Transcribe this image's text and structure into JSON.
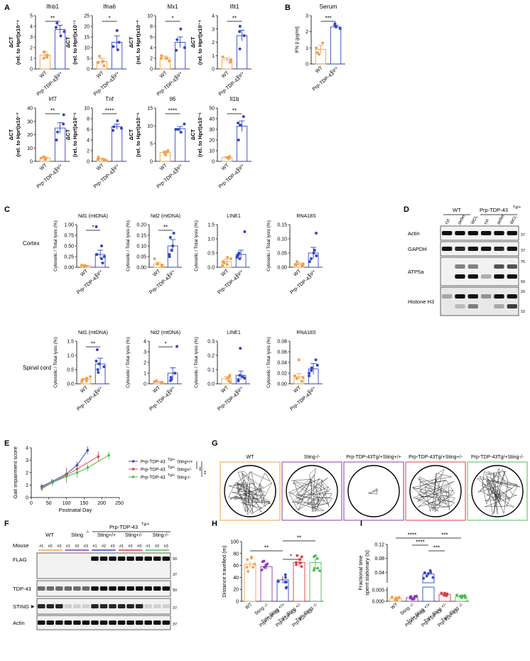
{
  "panel_letters": [
    "A",
    "B",
    "C",
    "D",
    "E",
    "F",
    "G",
    "H",
    "I"
  ],
  "colors": {
    "wt": "#f0a04b",
    "tg": "#3346c4",
    "sting_ko": "#8a3bb0",
    "sting_het": "#e03b3b",
    "tg_sting_ko": "#4cbb4c"
  },
  "panel_a": {
    "charts": [
      {
        "title": "Ifnb1",
        "ylabel": "ΔCT (rel. to Hprt)x10⁻⁴",
        "yticks": [
          "0",
          "1",
          "2",
          "3",
          "4",
          "5"
        ],
        "ylim": [
          0,
          5
        ],
        "sig": "**",
        "categories": [
          "WT",
          "Prp-TDP-43 Tg/+"
        ],
        "values": [
          1.3,
          3.7
        ],
        "errors": [
          0.3,
          0.4
        ],
        "points": [
          [
            1.0,
            1.3,
            1.6,
            1.1
          ],
          [
            3.1,
            3.9,
            4.3,
            3.5
          ]
        ]
      },
      {
        "title": "Ifna6",
        "ylabel": "ΔCT (rel. to Hprt)x10⁻⁷",
        "yticks": [
          "0",
          "5",
          "10",
          "15",
          "20",
          "25"
        ],
        "ylim": [
          0,
          25
        ],
        "sig": "*",
        "categories": [
          "WT",
          "Prp-TDP-43 Tg/+"
        ],
        "values": [
          3.5,
          12.5
        ],
        "errors": [
          1.5,
          3.0
        ],
        "points": [
          [
            1.5,
            3.0,
            6.0,
            3.5
          ],
          [
            9.0,
            18.0,
            12.5,
            10.5
          ]
        ]
      },
      {
        "title": "Mx1",
        "ylabel": "ΔCT (rel. to Hprt)x10⁻³",
        "yticks": [
          "0",
          "2",
          "4",
          "6",
          "8",
          "10"
        ],
        "ylim": [
          0,
          10
        ],
        "sig": "*",
        "categories": [
          "WT",
          "Prp-TDP-43 Tg/+"
        ],
        "values": [
          2.0,
          5.0
        ],
        "errors": [
          0.4,
          1.0
        ],
        "points": [
          [
            1.5,
            2.0,
            2.5,
            2.0
          ],
          [
            3.5,
            5.5,
            7.5,
            4.0
          ]
        ]
      },
      {
        "title": "Ifit1",
        "ylabel": "ΔCT (rel. to Hprt)x10⁻⁴",
        "yticks": [
          "0",
          "1",
          "2",
          "3",
          "4"
        ],
        "ylim": [
          0,
          4
        ],
        "sig": "**",
        "categories": [
          "WT",
          "Prp-TDP-43 Tg/+"
        ],
        "values": [
          0.7,
          2.5
        ],
        "errors": [
          0.15,
          0.4
        ],
        "points": [
          [
            0.5,
            0.6,
            0.9,
            0.7
          ],
          [
            1.5,
            2.8,
            3.2,
            2.5
          ]
        ]
      },
      {
        "title": "Irf7",
        "ylabel": "ΔCT (rel. to Hprt)x10⁻³",
        "yticks": [
          "0",
          "10",
          "20",
          "30",
          "40"
        ],
        "ylim": [
          0,
          40
        ],
        "sig": "**",
        "categories": [
          "WT",
          "Prp-TDP-43 Tg/+"
        ],
        "values": [
          2.5,
          25.0
        ],
        "errors": [
          0.8,
          4.0
        ],
        "points": [
          [
            1.5,
            2.5,
            3.5,
            2.0
          ],
          [
            16.0,
            28.0,
            35.0,
            22.0
          ]
        ]
      },
      {
        "title": "Tnf",
        "ylabel": "ΔCT (rel. to Hprt)x10⁻⁶",
        "yticks": [
          "0",
          "2",
          "4",
          "6",
          "8",
          "10"
        ],
        "ylim": [
          0,
          10
        ],
        "sig": "****",
        "categories": [
          "WT",
          "Prp-TDP-43 Tg/+"
        ],
        "values": [
          0.4,
          6.5
        ],
        "errors": [
          0.2,
          0.5
        ],
        "points": [
          [
            0.2,
            0.4,
            0.8,
            0.3
          ],
          [
            5.8,
            6.5,
            7.6,
            6.2
          ]
        ]
      },
      {
        "title": "Il6",
        "ylabel": "ΔCT (rel. to Hprt)x10⁻⁶",
        "yticks": [
          "0",
          "5",
          "10",
          "15"
        ],
        "ylim": [
          0,
          15
        ],
        "sig": "****",
        "categories": [
          "WT",
          "Prp-TDP-43 Tg/+"
        ],
        "values": [
          2.5,
          9.2
        ],
        "errors": [
          0.4,
          0.6
        ],
        "points": [
          [
            1.8,
            2.4,
            3.0,
            2.6
          ],
          [
            8.2,
            9.0,
            10.5,
            9.0
          ]
        ]
      },
      {
        "title": "Il1b",
        "ylabel": "ΔCT (rel. to Hprt)x10⁻⁶",
        "yticks": [
          "0",
          "10",
          "20",
          "30",
          "40",
          "50"
        ],
        "ylim": [
          0,
          50
        ],
        "sig": "**",
        "categories": [
          "WT",
          "Prp-TDP-43 Tg/+"
        ],
        "values": [
          3.5,
          33.0
        ],
        "errors": [
          0.8,
          5.0
        ],
        "points": [
          [
            2.5,
            3.5,
            4.5,
            3.5
          ],
          [
            20.0,
            36.0,
            42.0,
            34.0
          ]
        ]
      }
    ],
    "xtick_wt": "WT",
    "xtick_tg": "Tg/+",
    "xtick_strain": "Prp-TDP-43"
  },
  "panel_b": {
    "title": "Serum",
    "ylabel": "IFN β [pg/ml]",
    "yticks": [
      "0",
      "1",
      "2",
      "3"
    ],
    "ylim": [
      0,
      3
    ],
    "sig": "***",
    "categories": [
      "WT",
      "Prp-TDP-43 Tg/+"
    ],
    "values": [
      0.9,
      2.3
    ],
    "errors": [
      0.25,
      0.1
    ],
    "points": [
      [
        0.6,
        1.0,
        1.3,
        0.7
      ],
      [
        2.2,
        2.4,
        2.5,
        2.3
      ]
    ]
  },
  "panel_c": {
    "row_labels": [
      "Cortex",
      "Spinal cord"
    ],
    "ylabel": "Cytosolic / Total lysis (%)",
    "charts": [
      {
        "title": "Nd1 (mtDNA)",
        "yticks": [
          "0.00",
          "0.25",
          "0.50",
          "0.75",
          "1.00"
        ],
        "ylim": [
          0,
          1.0
        ],
        "sig": "*",
        "values": [
          0.03,
          0.3
        ],
        "errors": [
          0.01,
          0.1
        ],
        "points": [
          [
            0.01,
            0.03,
            0.05,
            0.02,
            0.04
          ],
          [
            0.1,
            0.2,
            0.3,
            0.5,
            0.95,
            0.25,
            0.3
          ]
        ]
      },
      {
        "title": "Nd2 (mtDNA)",
        "yticks": [
          "0.00",
          "0.05",
          "0.10",
          "0.15",
          "0.20"
        ],
        "ylim": [
          0,
          0.2
        ],
        "sig": "**",
        "values": [
          0.015,
          0.1
        ],
        "errors": [
          0.008,
          0.03
        ],
        "points": [
          [
            0.005,
            0.01,
            0.04,
            0.015,
            0.01
          ],
          [
            0.05,
            0.08,
            0.1,
            0.16,
            0.14,
            0.06
          ]
        ]
      },
      {
        "title": "LINE1",
        "yticks": [
          "0.0",
          "0.5",
          "1.0",
          "1.5"
        ],
        "ylim": [
          0,
          1.5
        ],
        "sig": "",
        "values": [
          0.2,
          0.45
        ],
        "errors": [
          0.08,
          0.15
        ],
        "points": [
          [
            0.1,
            0.2,
            0.35,
            0.05,
            0.3,
            0.15
          ],
          [
            0.3,
            0.4,
            0.5,
            1.25,
            0.35,
            0.45
          ]
        ]
      },
      {
        "title": "RNA18S",
        "yticks": [
          "0.00",
          "0.05",
          "0.10",
          "0.15"
        ],
        "ylim": [
          0,
          0.15
        ],
        "sig": "",
        "values": [
          0.01,
          0.05
        ],
        "errors": [
          0.005,
          0.02
        ],
        "points": [
          [
            0.005,
            0.01,
            0.02,
            0.008,
            0.012
          ],
          [
            0.02,
            0.04,
            0.06,
            0.12,
            0.03,
            0.05
          ]
        ]
      },
      {
        "title": "Nd1 (mtDNA)",
        "yticks": [
          "0.0",
          "0.5",
          "1.0",
          "1.5"
        ],
        "ylim": [
          0,
          1.5
        ],
        "sig": "**",
        "values": [
          0.15,
          0.7
        ],
        "errors": [
          0.04,
          0.2
        ],
        "points": [
          [
            0.1,
            0.15,
            0.2,
            0.08,
            0.25
          ],
          [
            0.5,
            0.7,
            1.2,
            0.4,
            0.6,
            0.8
          ]
        ]
      },
      {
        "title": "Nd2 (mtDNA)",
        "yticks": [
          "0",
          "1",
          "2",
          "3",
          "4"
        ],
        "ylim": [
          0,
          4
        ],
        "sig": "*",
        "values": [
          0.15,
          1.0
        ],
        "errors": [
          0.05,
          0.5
        ],
        "points": [
          [
            0.05,
            0.1,
            0.2,
            0.15,
            0.3
          ],
          [
            0.3,
            0.6,
            1.0,
            3.5,
            0.4
          ]
        ]
      },
      {
        "title": "LINE1",
        "yticks": [
          "0.0",
          "0.1",
          "0.2",
          "0.3"
        ],
        "ylim": [
          0,
          0.3
        ],
        "sig": "",
        "values": [
          0.035,
          0.06
        ],
        "errors": [
          0.015,
          0.03
        ],
        "points": [
          [
            0.01,
            0.02,
            0.06,
            0.04,
            0.05
          ],
          [
            0.02,
            0.04,
            0.06,
            0.25,
            0.03,
            0.05
          ]
        ]
      },
      {
        "title": "RNA18S",
        "yticks": [
          "0.00",
          "0.02",
          "0.04",
          "0.06",
          "0.08"
        ],
        "ylim": [
          0,
          0.08
        ],
        "sig": "",
        "values": [
          0.013,
          0.028
        ],
        "errors": [
          0.006,
          0.01
        ],
        "points": [
          [
            0.005,
            0.01,
            0.045,
            0.012,
            0.015
          ],
          [
            0.02,
            0.03,
            0.045,
            0.015,
            0.025,
            0.035
          ]
        ]
      }
    ]
  },
  "panel_d": {
    "group_wt": "WT",
    "group_tg": "Prp-TDP-43",
    "group_tg_sup": "Tg/+",
    "lanes": [
      "cyt",
      "pellet",
      "WCL",
      "cyt",
      "pellet",
      "WCL"
    ],
    "blots": [
      {
        "label": "Actin",
        "mw": [
          "37"
        ]
      },
      {
        "label": "GAPDH",
        "mw": [
          "37"
        ]
      },
      {
        "label": "ATP5a",
        "mw": [
          "75",
          "50"
        ]
      },
      {
        "label": "Histone H3",
        "mw": [
          "20",
          "15"
        ]
      }
    ]
  },
  "panel_e": {
    "ylabel": "Gait impairment score",
    "xlabel": "Postnatal Day",
    "xticks": [
      "0",
      "50",
      "100",
      "150",
      "200",
      "250"
    ],
    "yticks": [
      "0",
      "1",
      "2",
      "3",
      "4"
    ],
    "xlim": [
      0,
      250
    ],
    "ylim": [
      0,
      4
    ],
    "legend": [
      {
        "label": "Prp-TDP-43",
        "sup": "Tg/+",
        "suffix": "Sting+/+",
        "color": "#3346c4"
      },
      {
        "label": "Prp-TDP-43",
        "sup": "Tg/+",
        "suffix": "Sting+/-",
        "color": "#e03b3b"
      },
      {
        "label": "Prp-TDP-43",
        "sup": "Tg/+",
        "suffix": "Sting-/-",
        "color": "#4cbb4c"
      }
    ],
    "sig": [
      "**",
      "**"
    ]
  },
  "chart_data": [
    {
      "type": "line",
      "panel": "E",
      "xlabel": "Postnatal Day",
      "ylabel": "Gait impairment score",
      "xlim": [
        0,
        250
      ],
      "ylim": [
        0,
        4
      ],
      "series": [
        {
          "name": "Prp-TDP-43 Tg/+ Sting+/+",
          "x": [
            30,
            60,
            100,
            130,
            160
          ],
          "y": [
            0.9,
            1.3,
            1.9,
            2.6,
            3.8
          ],
          "err": [
            0.2,
            0.2,
            0.3,
            0.3,
            0.3
          ]
        },
        {
          "name": "Prp-TDP-43 Tg/+ Sting+/-",
          "x": [
            30,
            60,
            100,
            130,
            190
          ],
          "y": [
            0.8,
            1.2,
            1.8,
            2.3,
            3.3
          ],
          "err": [
            0.2,
            0.2,
            0.6,
            0.3,
            0.4
          ]
        },
        {
          "name": "Prp-TDP-43 Tg/+ Sting-/-",
          "x": [
            30,
            60,
            100,
            130,
            160,
            220
          ],
          "y": [
            0.7,
            1.2,
            1.7,
            2.0,
            2.4,
            3.4
          ],
          "err": [
            0.2,
            0.3,
            0.4,
            0.4,
            0.3,
            0.3
          ]
        }
      ]
    },
    {
      "type": "bar",
      "panel": "H",
      "ylabel": "Distance travelled (m)",
      "ylim": [
        0,
        100
      ],
      "categories": [
        "WT",
        "Sting-/-",
        "Prp-TDP-43 Tg/+ Sting+/+",
        "Prp-TDP-43 Tg/+ Sting+/-",
        "Prp-TDP-43 Tg/+ Sting-/-"
      ],
      "values": [
        62,
        58,
        36,
        65,
        65
      ],
      "errors": [
        5,
        5,
        6,
        6,
        7
      ]
    },
    {
      "type": "bar",
      "panel": "I",
      "ylabel": "Fractional time spent stationary (s)",
      "categories": [
        "WT",
        "Sting-/-",
        "Prp-TDP-43 Tg/+ Sting+/+",
        "Prp-TDP-43 Tg/+ Sting+/-",
        "Prp-TDP-43 Tg/+ Sting-/-"
      ],
      "values": [
        0.0012,
        0.0016,
        0.035,
        0.003,
        0.002
      ],
      "errors": [
        0.0003,
        0.0004,
        0.005,
        0.0005,
        0.0006
      ]
    }
  ],
  "panel_f": {
    "group_tg": "Prp-TDP-43",
    "group_tg_sup": "Tg/+",
    "group_wt": "WT",
    "group_sting": "Sting",
    "group_sting_sup": "-/-",
    "tg_subgroups": [
      "Sting+/+",
      "Sting+/-",
      "Sting-/-"
    ],
    "row_label": "Mouse",
    "mice": [
      "#1",
      "#2",
      "#3"
    ],
    "blots": [
      {
        "label": "FLAG",
        "mw": [
          "50",
          "37"
        ]
      },
      {
        "label": "TDP-43",
        "mw": [
          "50"
        ]
      },
      {
        "label": "STING",
        "mw": [
          "37"
        ]
      },
      {
        "label": "Actin",
        "mw": [
          "37"
        ]
      }
    ],
    "arrow": "▶"
  },
  "panel_g": {
    "labels": [
      "WT",
      "Sting-/-",
      "Prp-TDP-43 Tg/+ Sting+/+",
      "Prp-TDP-43 Tg/+ Sting+/-",
      "Prp-TDP-43 Tg/+ Sting-/-"
    ],
    "label_parts": [
      {
        "main": "WT",
        "sup": "",
        "suffix": "",
        "suffix_sup": ""
      },
      {
        "main": "Sting",
        "sup": "-/-",
        "suffix": "",
        "suffix_sup": ""
      },
      {
        "main": "Prp-TDP-43",
        "sup": "Tg/+",
        "suffix": "Sting",
        "suffix_sup": "+/+"
      },
      {
        "main": "Prp-TDP-43",
        "sup": "Tg/+",
        "suffix": "Sting",
        "suffix_sup": "+/-"
      },
      {
        "main": "Prp-TDP-43",
        "sup": "Tg/+",
        "suffix": "Sting",
        "suffix_sup": "-/-"
      }
    ],
    "border_colors": [
      "#f0a04b",
      "#8a3bb0",
      "#8a3bb0",
      "#e03b3b",
      "#4cbb4c"
    ]
  },
  "panel_h": {
    "ylabel": "Distance travelled (m)",
    "yticks": [
      "0",
      "20",
      "40",
      "60",
      "80",
      "100"
    ],
    "sig": [
      "**",
      "*",
      "**"
    ],
    "xticks": [
      "WT",
      "Sting -/-",
      "Tg/+ Sting +/+",
      "Tg/+ Sting +/-",
      "Tg/+ Sting -/-"
    ],
    "xtick_strain": "Prp-TDP-43"
  },
  "panel_i": {
    "ylabel": "Fractional time spent stationary (s)",
    "yticks_top": [
      "0.04",
      "0.08",
      "0.12"
    ],
    "yticks_bottom": [
      "0.000",
      "0.005"
    ],
    "sig": [
      "****",
      "***",
      "****",
      "***"
    ],
    "xticks": [
      "WT",
      "Sting -/-",
      "Tg/+ Sting +/+",
      "Tg/+ Sting +/-",
      "Tg/+ Sting -/-"
    ],
    "xtick_strain": "Prp-TDP-43"
  }
}
